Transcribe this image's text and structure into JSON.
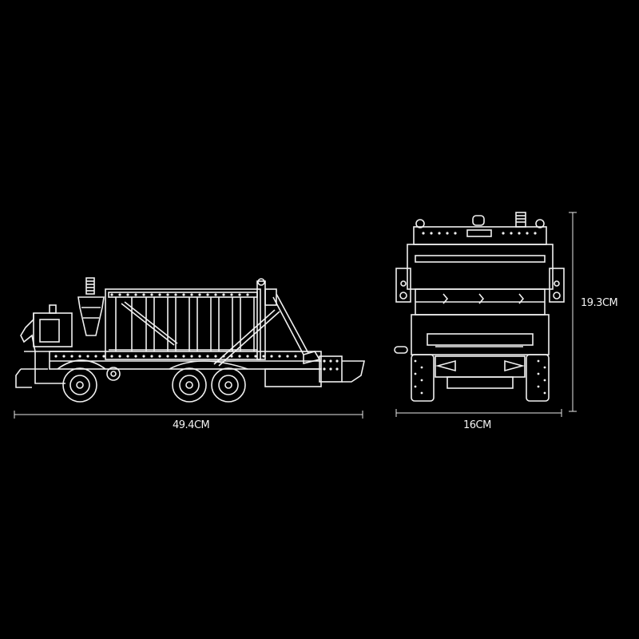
{
  "page": {
    "background": "#000000",
    "line_color": "#f0f0f0"
  },
  "side_view": {
    "subject": "container truck side view",
    "length_label": "49.4CM"
  },
  "front_view": {
    "subject": "container truck front view",
    "width_label": "16CM",
    "height_label": "19.3CM"
  }
}
